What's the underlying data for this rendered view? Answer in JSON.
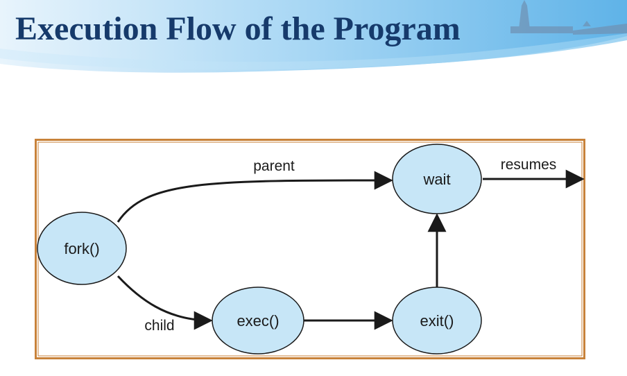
{
  "slide": {
    "title": "Execution Flow of the Program"
  },
  "diagram": {
    "nodes": {
      "fork": "fork()",
      "exec": "exec()",
      "exit": "exit()",
      "wait": "wait"
    },
    "edges": {
      "parent": "parent",
      "child": "child",
      "resumes": "resumes"
    }
  },
  "colors": {
    "node_fill": "#c7e6f7",
    "border": "#c8823a",
    "title": "#163a6b",
    "banner": "#7fc2ec"
  }
}
